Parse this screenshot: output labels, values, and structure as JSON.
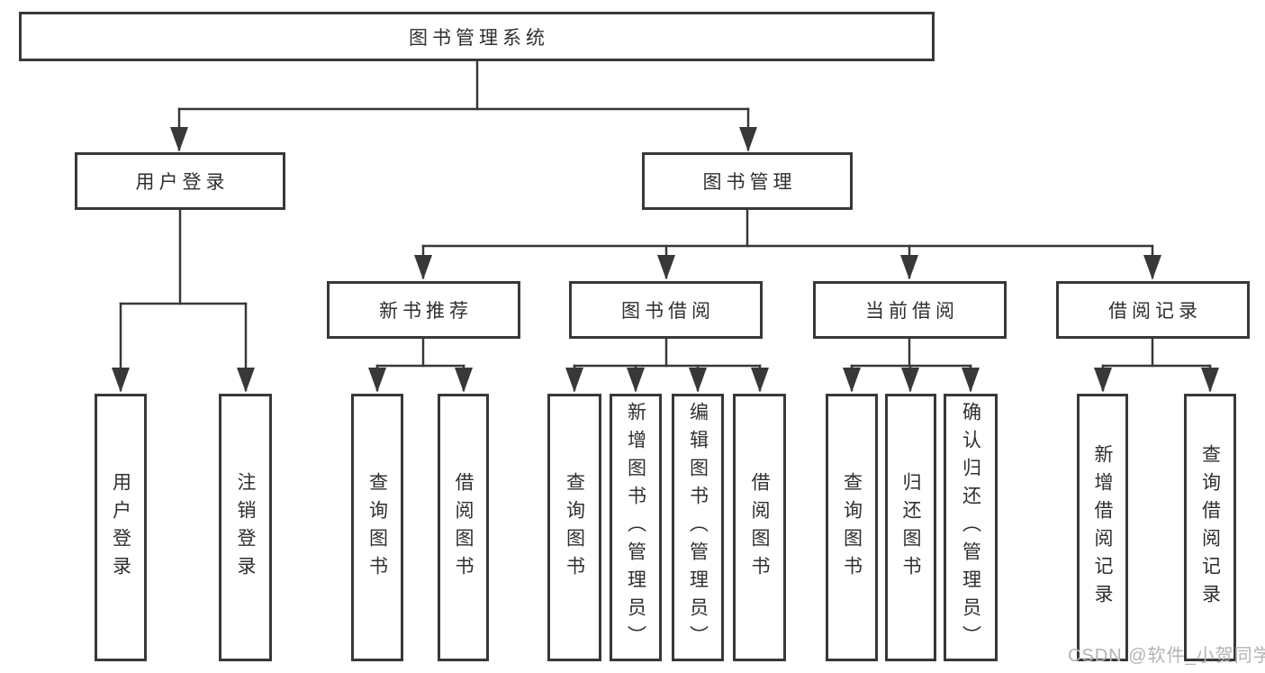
{
  "colors": {
    "line": "#383838",
    "node_border": "#383838",
    "node_text": "#2f2f2f",
    "background": "#ffffff",
    "watermark_text": "#b3b3b3"
  },
  "tree": {
    "root": "图书管理系统",
    "branches": [
      {
        "label": "用户登录",
        "children": [
          "用户登录",
          "注销登录"
        ]
      },
      {
        "label": "图书管理",
        "groups": [
          {
            "label": "新书推荐",
            "children": [
              "查询图书",
              "借阅图书"
            ]
          },
          {
            "label": "图书借阅",
            "children": [
              "查询图书",
              "新增图书（管理员）",
              "编辑图书（管理员）",
              "借阅图书"
            ]
          },
          {
            "label": "当前借阅",
            "children": [
              "查询图书",
              "归还图书",
              "确认归还（管理员）"
            ]
          },
          {
            "label": "借阅记录",
            "children": [
              "新增借阅记录",
              "查询借阅记录"
            ]
          }
        ]
      }
    ]
  },
  "watermark": {
    "text": "CSDN @软件_小贺同学"
  }
}
